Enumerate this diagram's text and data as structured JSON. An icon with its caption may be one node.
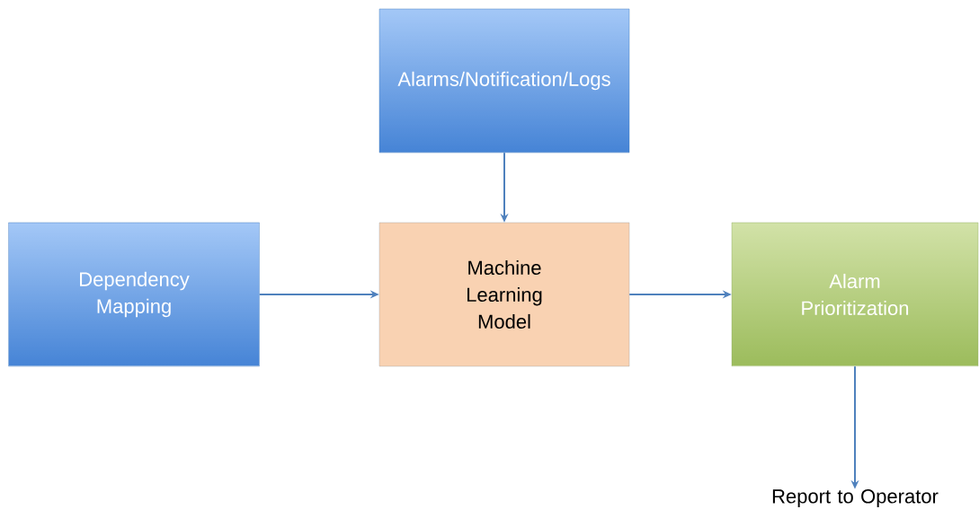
{
  "diagram": {
    "nodes": [
      {
        "text": [
          "Alarms/Notification/Logs"
        ]
      },
      {
        "text": [
          "Dependency Mapping"
        ]
      },
      {
        "text": [
          "Machine Learning Model"
        ]
      },
      {
        "text": [
          "Alarm Prioritization"
        ]
      },
      {
        "text": [
          "Report to Operator"
        ]
      }
    ],
    "edges": [
      {
        "from": 0,
        "to": 2,
        "arrow": "to"
      },
      {
        "from": 1,
        "to": 2,
        "arrow": "to"
      },
      {
        "from": 2,
        "to": 3,
        "arrow": "to"
      },
      {
        "from": 3,
        "to": 4,
        "arrow": "to"
      }
    ]
  }
}
